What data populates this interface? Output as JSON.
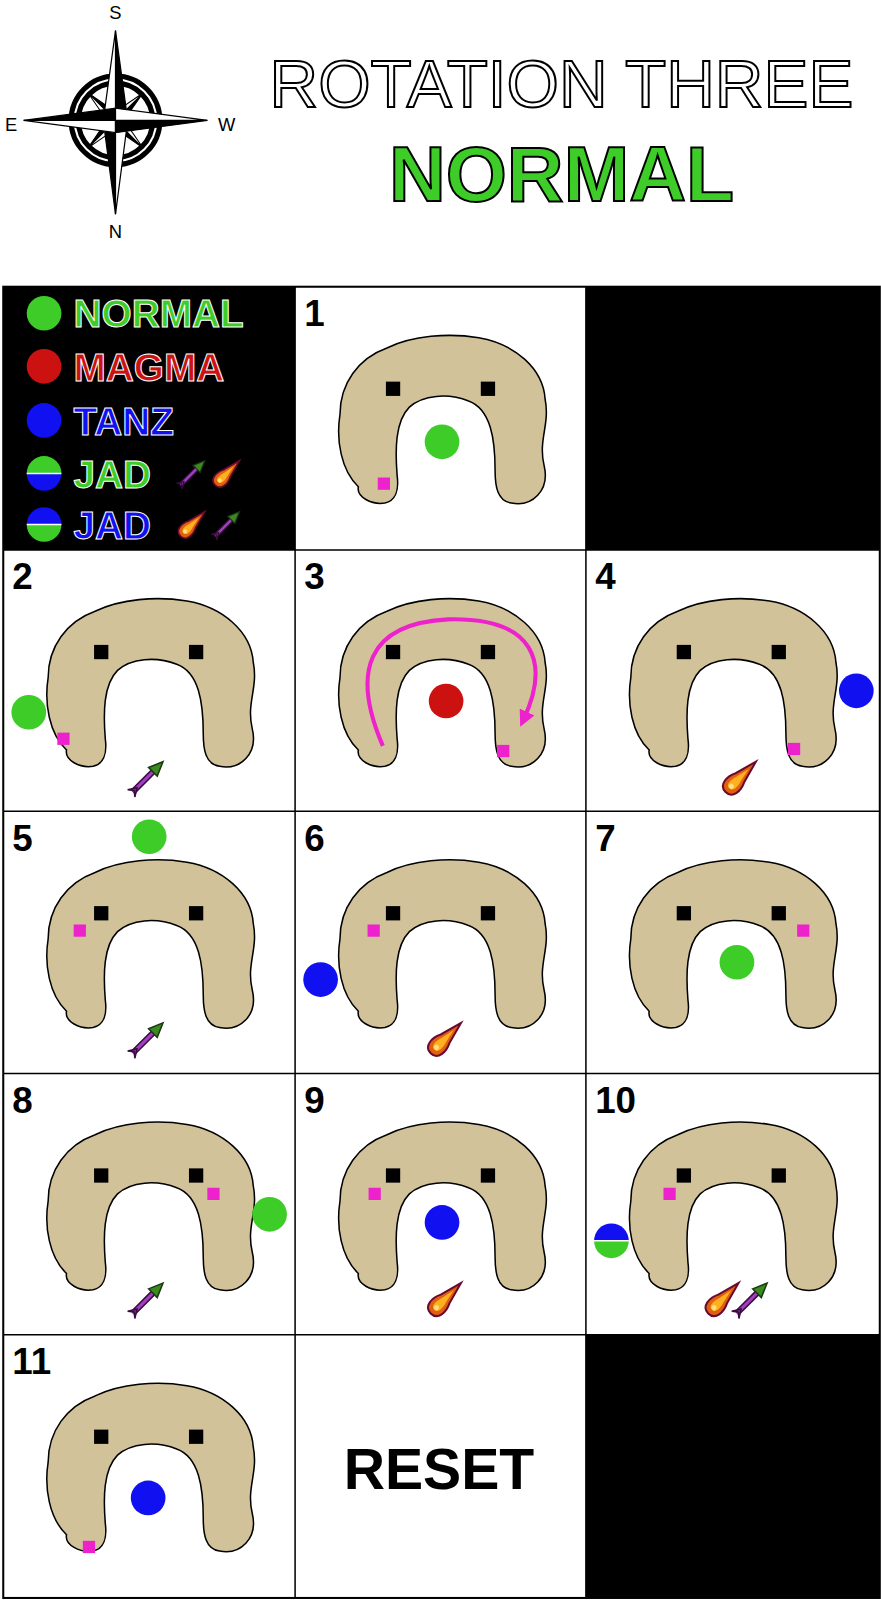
{
  "diagram": {
    "title": "ROTATION THREE",
    "labels": [
      "S",
      "E",
      "W",
      "N",
      "NORMAL",
      "1",
      "2",
      "3",
      "4",
      "5",
      "6",
      "7",
      "8",
      "9",
      "10",
      "11",
      "RESET"
    ],
    "legend": [
      {
        "text": "NORMAL",
        "color": "#3dcc28"
      },
      {
        "text": "MAGMA",
        "color": "#cc1111"
      },
      {
        "text": "TANZ",
        "color": "#1010f0"
      },
      {
        "text": "JAD"
      },
      {
        "text": "JAD"
      }
    ]
  }
}
